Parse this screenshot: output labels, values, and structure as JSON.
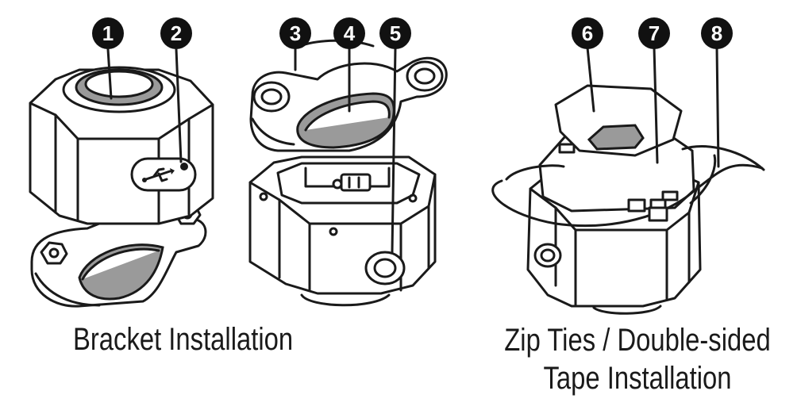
{
  "captions": {
    "bracket": "Bracket Installation",
    "ziptie_line1": "Zip Ties / Double-sided",
    "ziptie_line2": "Tape Installation"
  },
  "callouts": [
    "1",
    "2",
    "3",
    "4",
    "5",
    "6",
    "7",
    "8"
  ],
  "colors": {
    "ink": "#1a1a1a",
    "badge": "#111111",
    "rubber": "#9a9a9a",
    "background": "#ffffff"
  }
}
